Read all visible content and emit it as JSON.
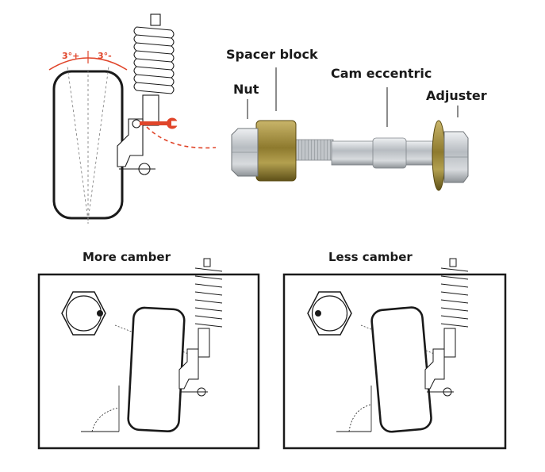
{
  "camber": {
    "positive": "3°+",
    "negative": "3°-"
  },
  "parts": {
    "spacer_block": "Spacer block",
    "nut": "Nut",
    "cam_eccentric": "Cam eccentric",
    "adjuster": "Adjuster"
  },
  "panels": {
    "more": "More camber",
    "less": "Less camber"
  },
  "colors": {
    "accent": "#e0452a",
    "outline": "#1a1a1a"
  }
}
